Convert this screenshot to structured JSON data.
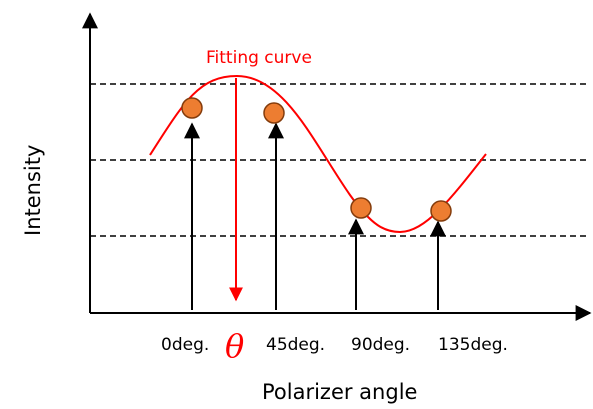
{
  "diagram": {
    "y_axis_label": "Intensity",
    "x_axis_label": "Polarizer angle",
    "curve_label": "Fitting curve",
    "theta_symbol": "θ",
    "ticks": [
      "0deg.",
      "45deg.",
      "90deg.",
      "135deg."
    ],
    "colors": {
      "axes": "#000000",
      "gridlines": "#000000",
      "curve": "#ff0000",
      "markers_fill": "#ed7d31",
      "markers_stroke": "#843c0c",
      "theta_arrow": "#ff0000"
    }
  }
}
